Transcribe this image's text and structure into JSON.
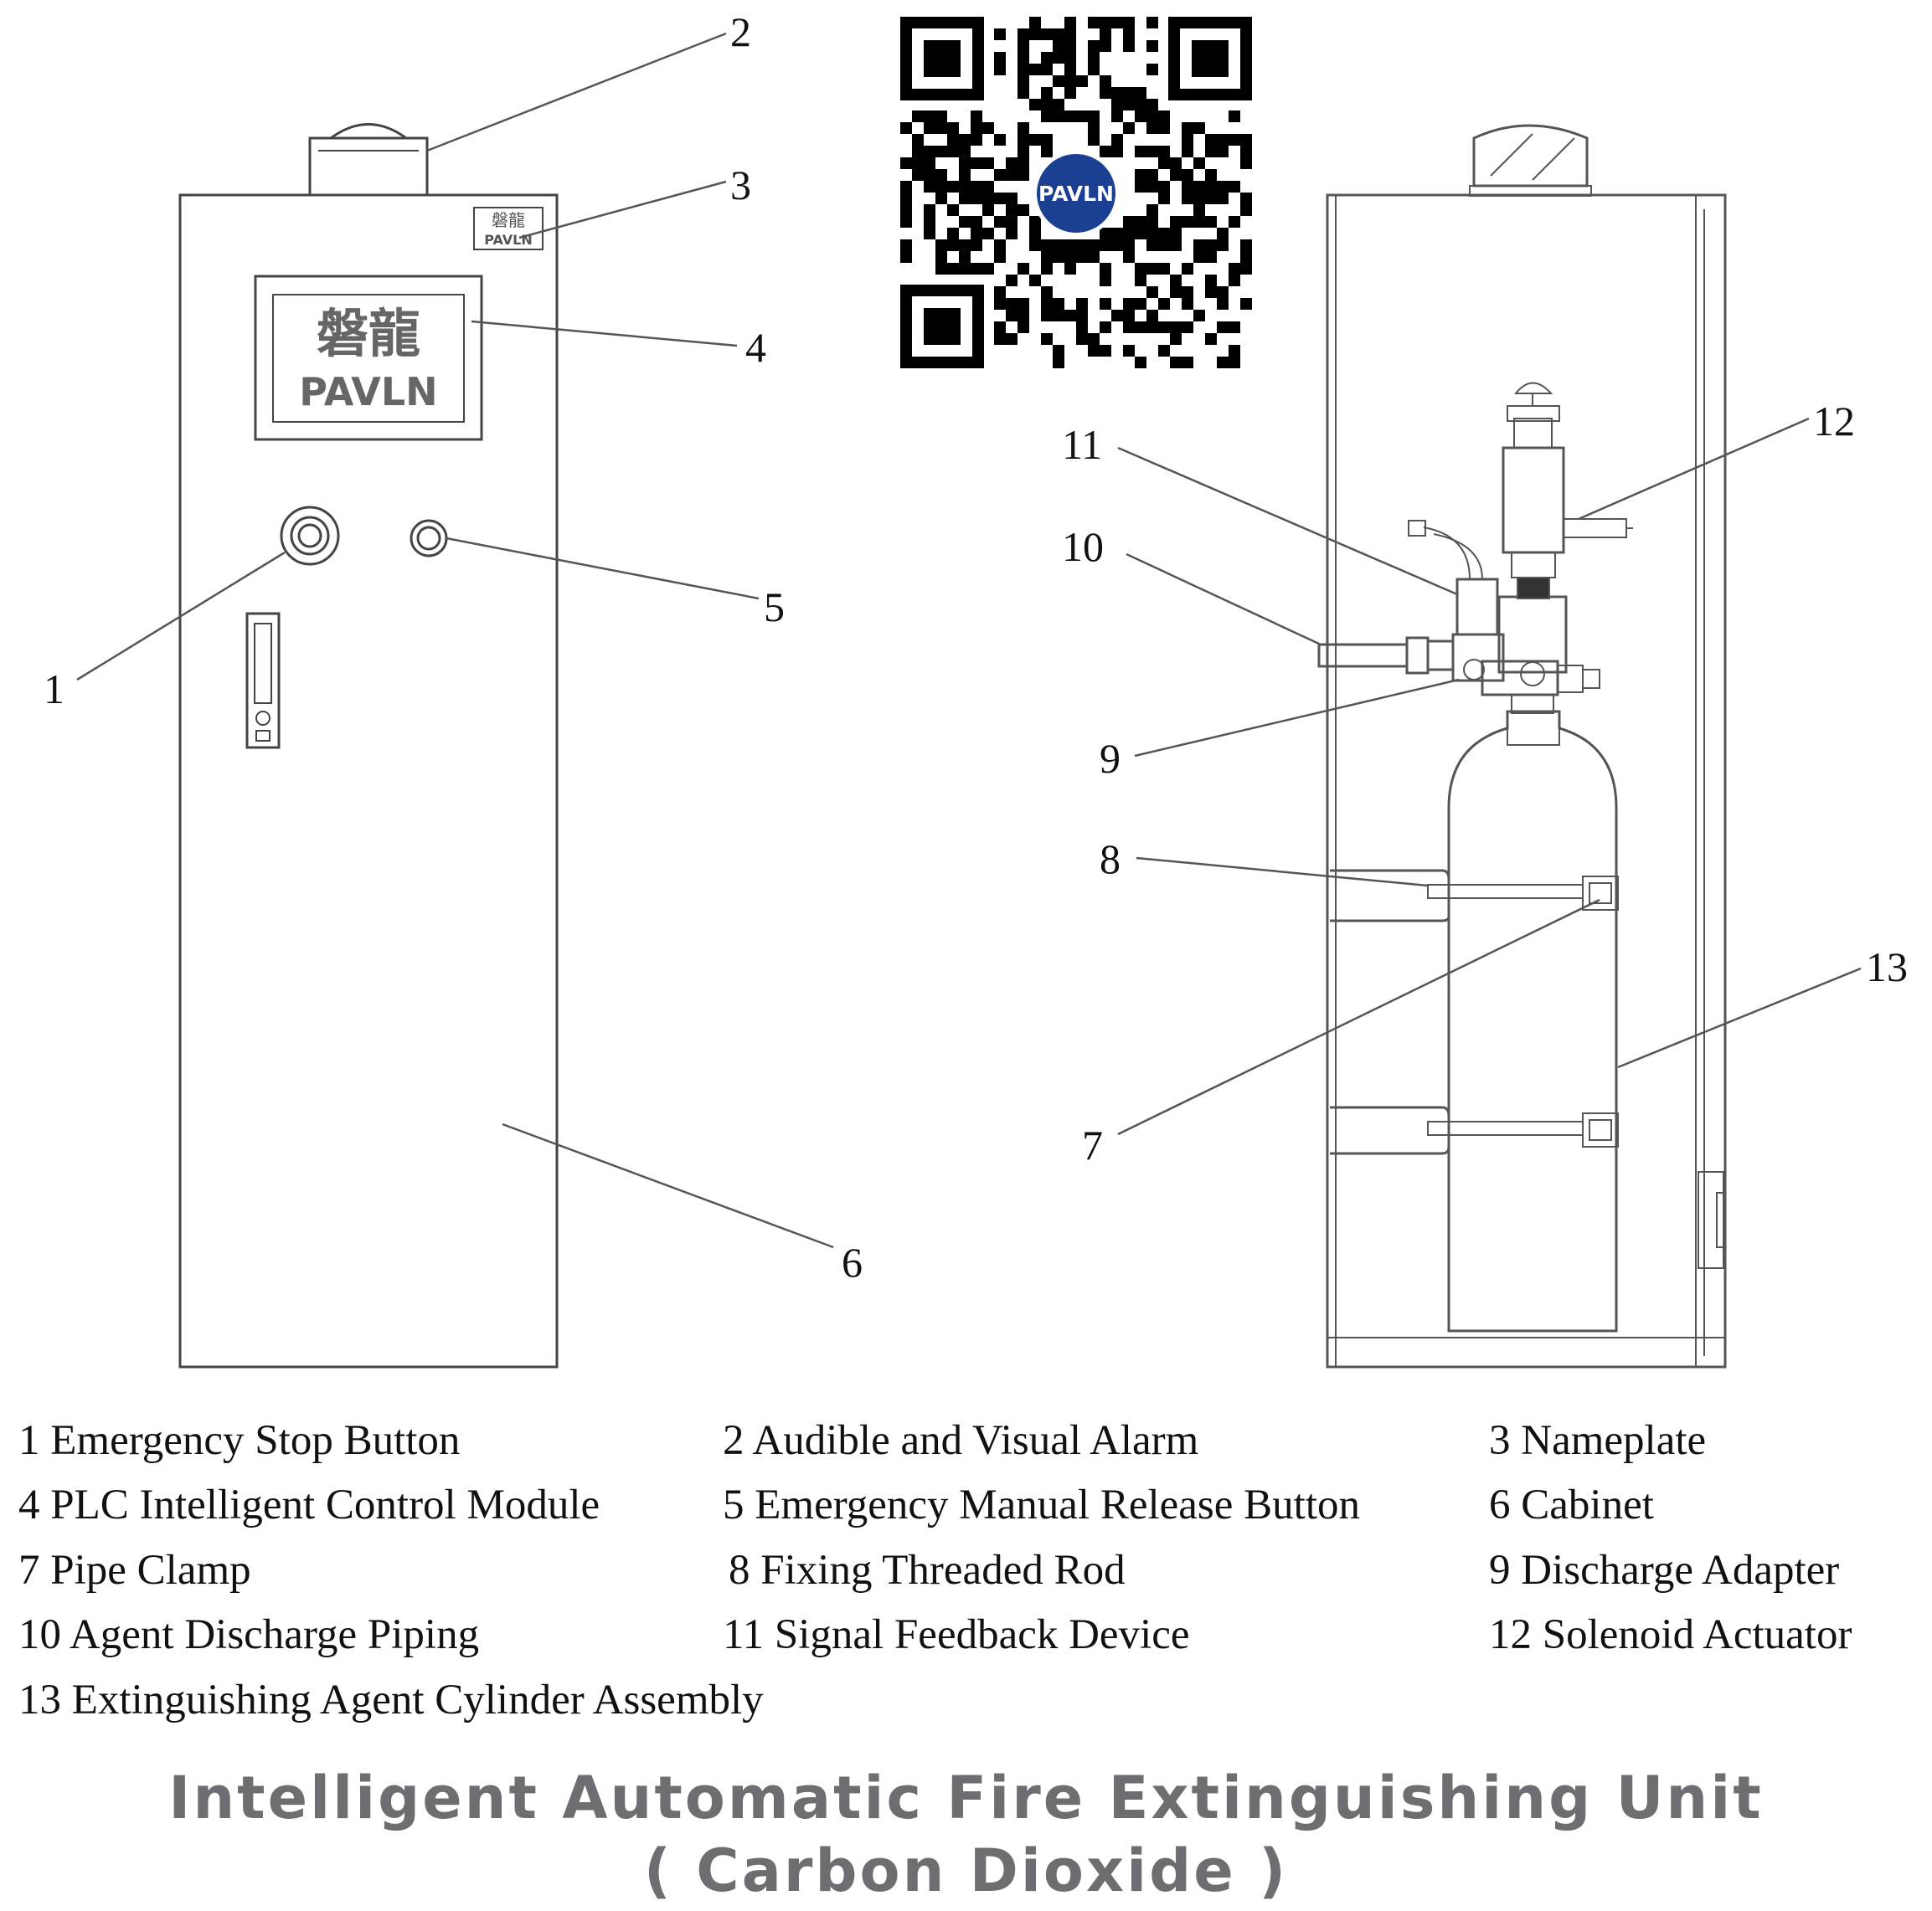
{
  "brand": {
    "chinese": "磐龍",
    "latin": "PAVLN",
    "accent_color": "#1b3f91"
  },
  "qr_code": {
    "center_badge": "PAVLN"
  },
  "callouts": {
    "c1": "1",
    "c2": "2",
    "c3": "3",
    "c4": "4",
    "c5": "5",
    "c6": "6",
    "c7": "7",
    "c8": "8",
    "c9": "9",
    "c10": "10",
    "c11": "11",
    "c12": "12",
    "c13": "13"
  },
  "legend": [
    "1 Emergency Stop Button",
    "2 Audible and Visual Alarm",
    "3 Nameplate",
    "4 PLC Intelligent Control Module",
    "5 Emergency Manual Release Button",
    "6 Cabinet",
    "7 Pipe Clamp",
    "8 Fixing Threaded Rod",
    "9 Discharge Adapter",
    "10 Agent Discharge Piping",
    "11 Signal Feedback Device",
    "12 Solenoid Actuator",
    "13 Extinguishing Agent Cylinder Assembly"
  ],
  "title": {
    "line1": "Intelligent Automatic Fire Extinguishing Unit",
    "line2": "( Carbon Dioxide )"
  }
}
